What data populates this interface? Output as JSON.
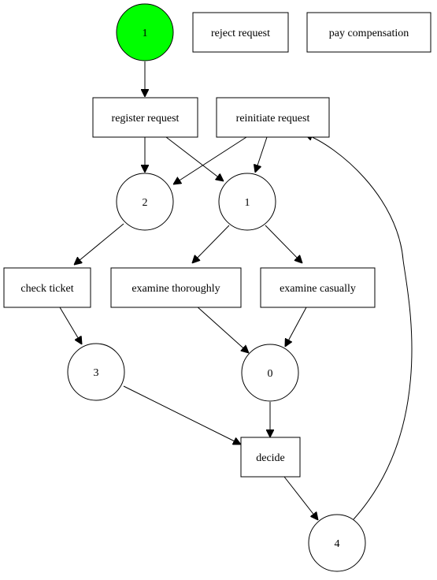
{
  "colors": {
    "initial_marking_fill": "#00ff00",
    "default_fill": "#ffffff",
    "stroke": "#000000"
  },
  "places": {
    "p_start": {
      "label": "1"
    },
    "p2": {
      "label": "2"
    },
    "p1": {
      "label": "1"
    },
    "p3": {
      "label": "3"
    },
    "p0": {
      "label": "0"
    },
    "p4": {
      "label": "4"
    }
  },
  "transitions": {
    "t_reject": {
      "label": "reject request"
    },
    "t_pay": {
      "label": "pay compensation"
    },
    "t_register": {
      "label": "register request"
    },
    "t_reinitiate": {
      "label": "reinitiate request"
    },
    "t_check": {
      "label": "check ticket"
    },
    "t_thorough": {
      "label": "examine thoroughly"
    },
    "t_casual": {
      "label": "examine casually"
    },
    "t_decide": {
      "label": "decide"
    }
  },
  "edges": [
    {
      "from": "p_start",
      "to": "t_register"
    },
    {
      "from": "t_register",
      "to": "p2"
    },
    {
      "from": "t_register",
      "to": "p1"
    },
    {
      "from": "t_reinitiate",
      "to": "p2"
    },
    {
      "from": "t_reinitiate",
      "to": "p1"
    },
    {
      "from": "p2",
      "to": "t_check"
    },
    {
      "from": "p1",
      "to": "t_thorough"
    },
    {
      "from": "p1",
      "to": "t_casual"
    },
    {
      "from": "t_check",
      "to": "p3"
    },
    {
      "from": "t_thorough",
      "to": "p0"
    },
    {
      "from": "t_casual",
      "to": "p0"
    },
    {
      "from": "p3",
      "to": "t_decide"
    },
    {
      "from": "p0",
      "to": "t_decide"
    },
    {
      "from": "t_decide",
      "to": "p4"
    },
    {
      "from": "p4",
      "to": "t_reinitiate"
    }
  ]
}
